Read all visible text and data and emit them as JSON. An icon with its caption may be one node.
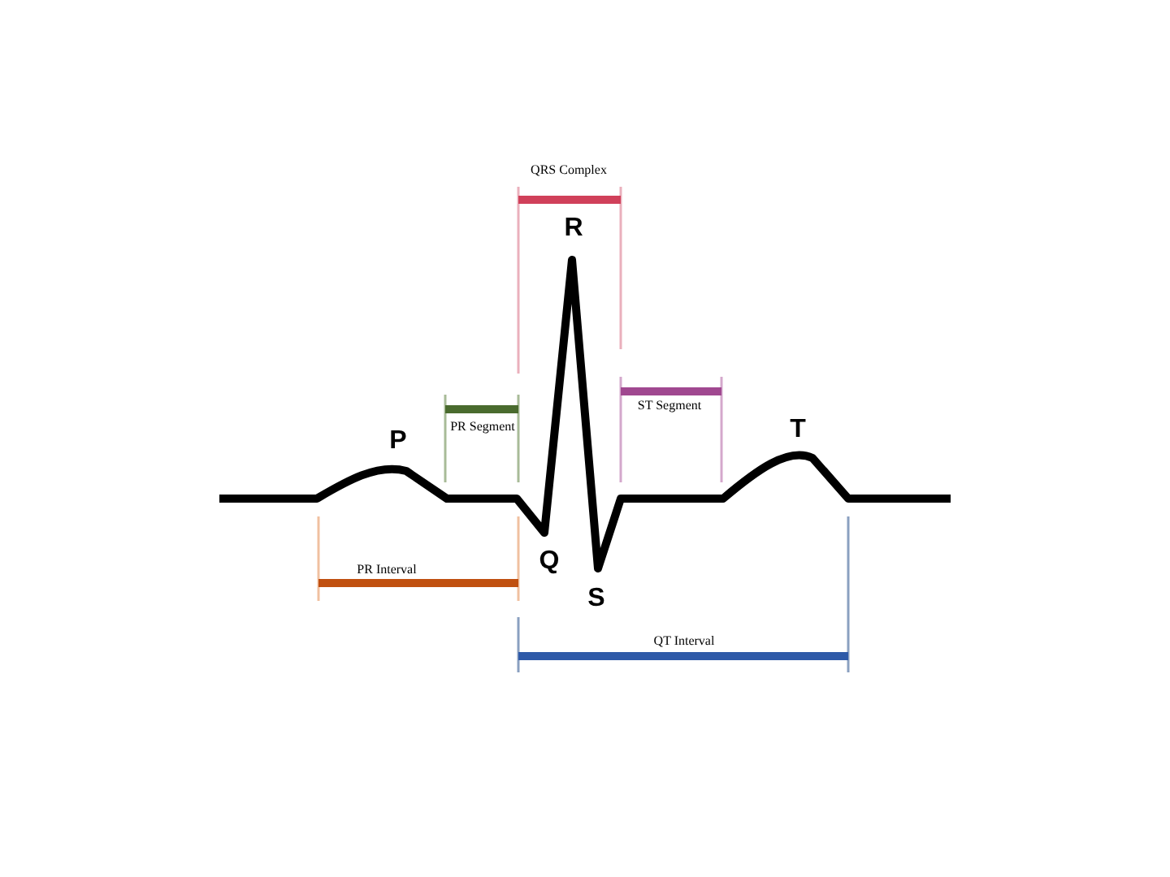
{
  "diagram": {
    "labels": [
      "QRS Complex",
      "R",
      "ST Segment",
      "PR Segment",
      "T",
      "P",
      "Q",
      "PR Interval",
      "S",
      "QT Interval"
    ]
  }
}
